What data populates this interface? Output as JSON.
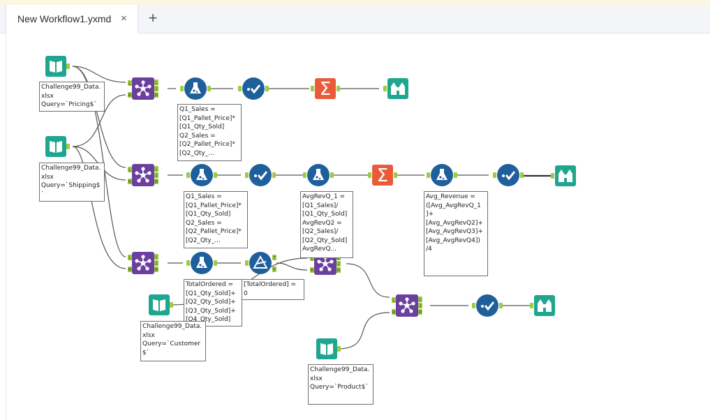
{
  "tab": {
    "title": "New Workflow1.yxmd",
    "close_glyph": "×",
    "new_glyph": "+"
  },
  "colors": {
    "input": "#1ea68f",
    "browse": "#1ea68f",
    "join": "#6b3fa0",
    "formula": "#1f5f9b",
    "select": "#1f5f9b",
    "summarize": "#ea5b3a",
    "filter": "#1f5f9b",
    "connector": "#555555",
    "anchor": "#9ccc3f"
  },
  "annotations": {
    "input_pricing": "Challenge99_Data.\nxlsx\nQuery=`Pricing$`",
    "input_shipping": "Challenge99_Data.\nxlsx\nQuery=`Shipping$\n`",
    "input_customer": "Challenge99_Data.\nxlsx\nQuery=`Customer\n$`",
    "input_product": "Challenge99_Data.\nxlsx\nQuery=`Product$`",
    "formula_row1": "Q1_Sales =\n[Q1_Pallet_Price]*\n[Q1_Qty_Sold]\nQ2_Sales =\n[Q2_Pallet_Price]*\n[Q2_Qty_...",
    "formula_row2": "Q1_Sales =\n[Q1_Pallet_Price]*\n[Q1_Qty_Sold]\nQ2_Sales =\n[Q2_Pallet_Price]*\n[Q2_Qty_...",
    "formula_avgrev": "AvgRevQ_1 =\n[Q1_Sales]/\n[Q1_Qty_Sold]\nAvgRevQ2 =\n[Q2_Sales]/\n[Q2_Qty_Sold]\nAvgRevQ...",
    "formula_avg_revenue": "Avg_Revenue =\n([Avg_AvgRevQ_1\n]+\n[Avg_AvgRevQ2]+\n[Avg_AvgRevQ3]+\n[Avg_AvgRevQ4])\n/4",
    "formula_totalordered": "TotalOrdered =\n[Q1_Qty_Sold]+\n[Q2_Qty_Sold]+\n[Q3_Qty_Sold]+\n[Q4_Qty_Sold]",
    "filter_totalordered": "[TotalOrdered] =\n0"
  },
  "anchors": {
    "left": "L",
    "join": "J",
    "right": "R",
    "true": "T",
    "false": "F"
  },
  "tool_icons": {
    "input": "book-icon",
    "join": "join-icon",
    "formula": "flask-icon",
    "select": "checkmark-icon",
    "summarize": "sigma-icon",
    "browse": "binoculars-icon",
    "filter": "filter-triangle-icon",
    "sigma_glyph": "Σ"
  }
}
